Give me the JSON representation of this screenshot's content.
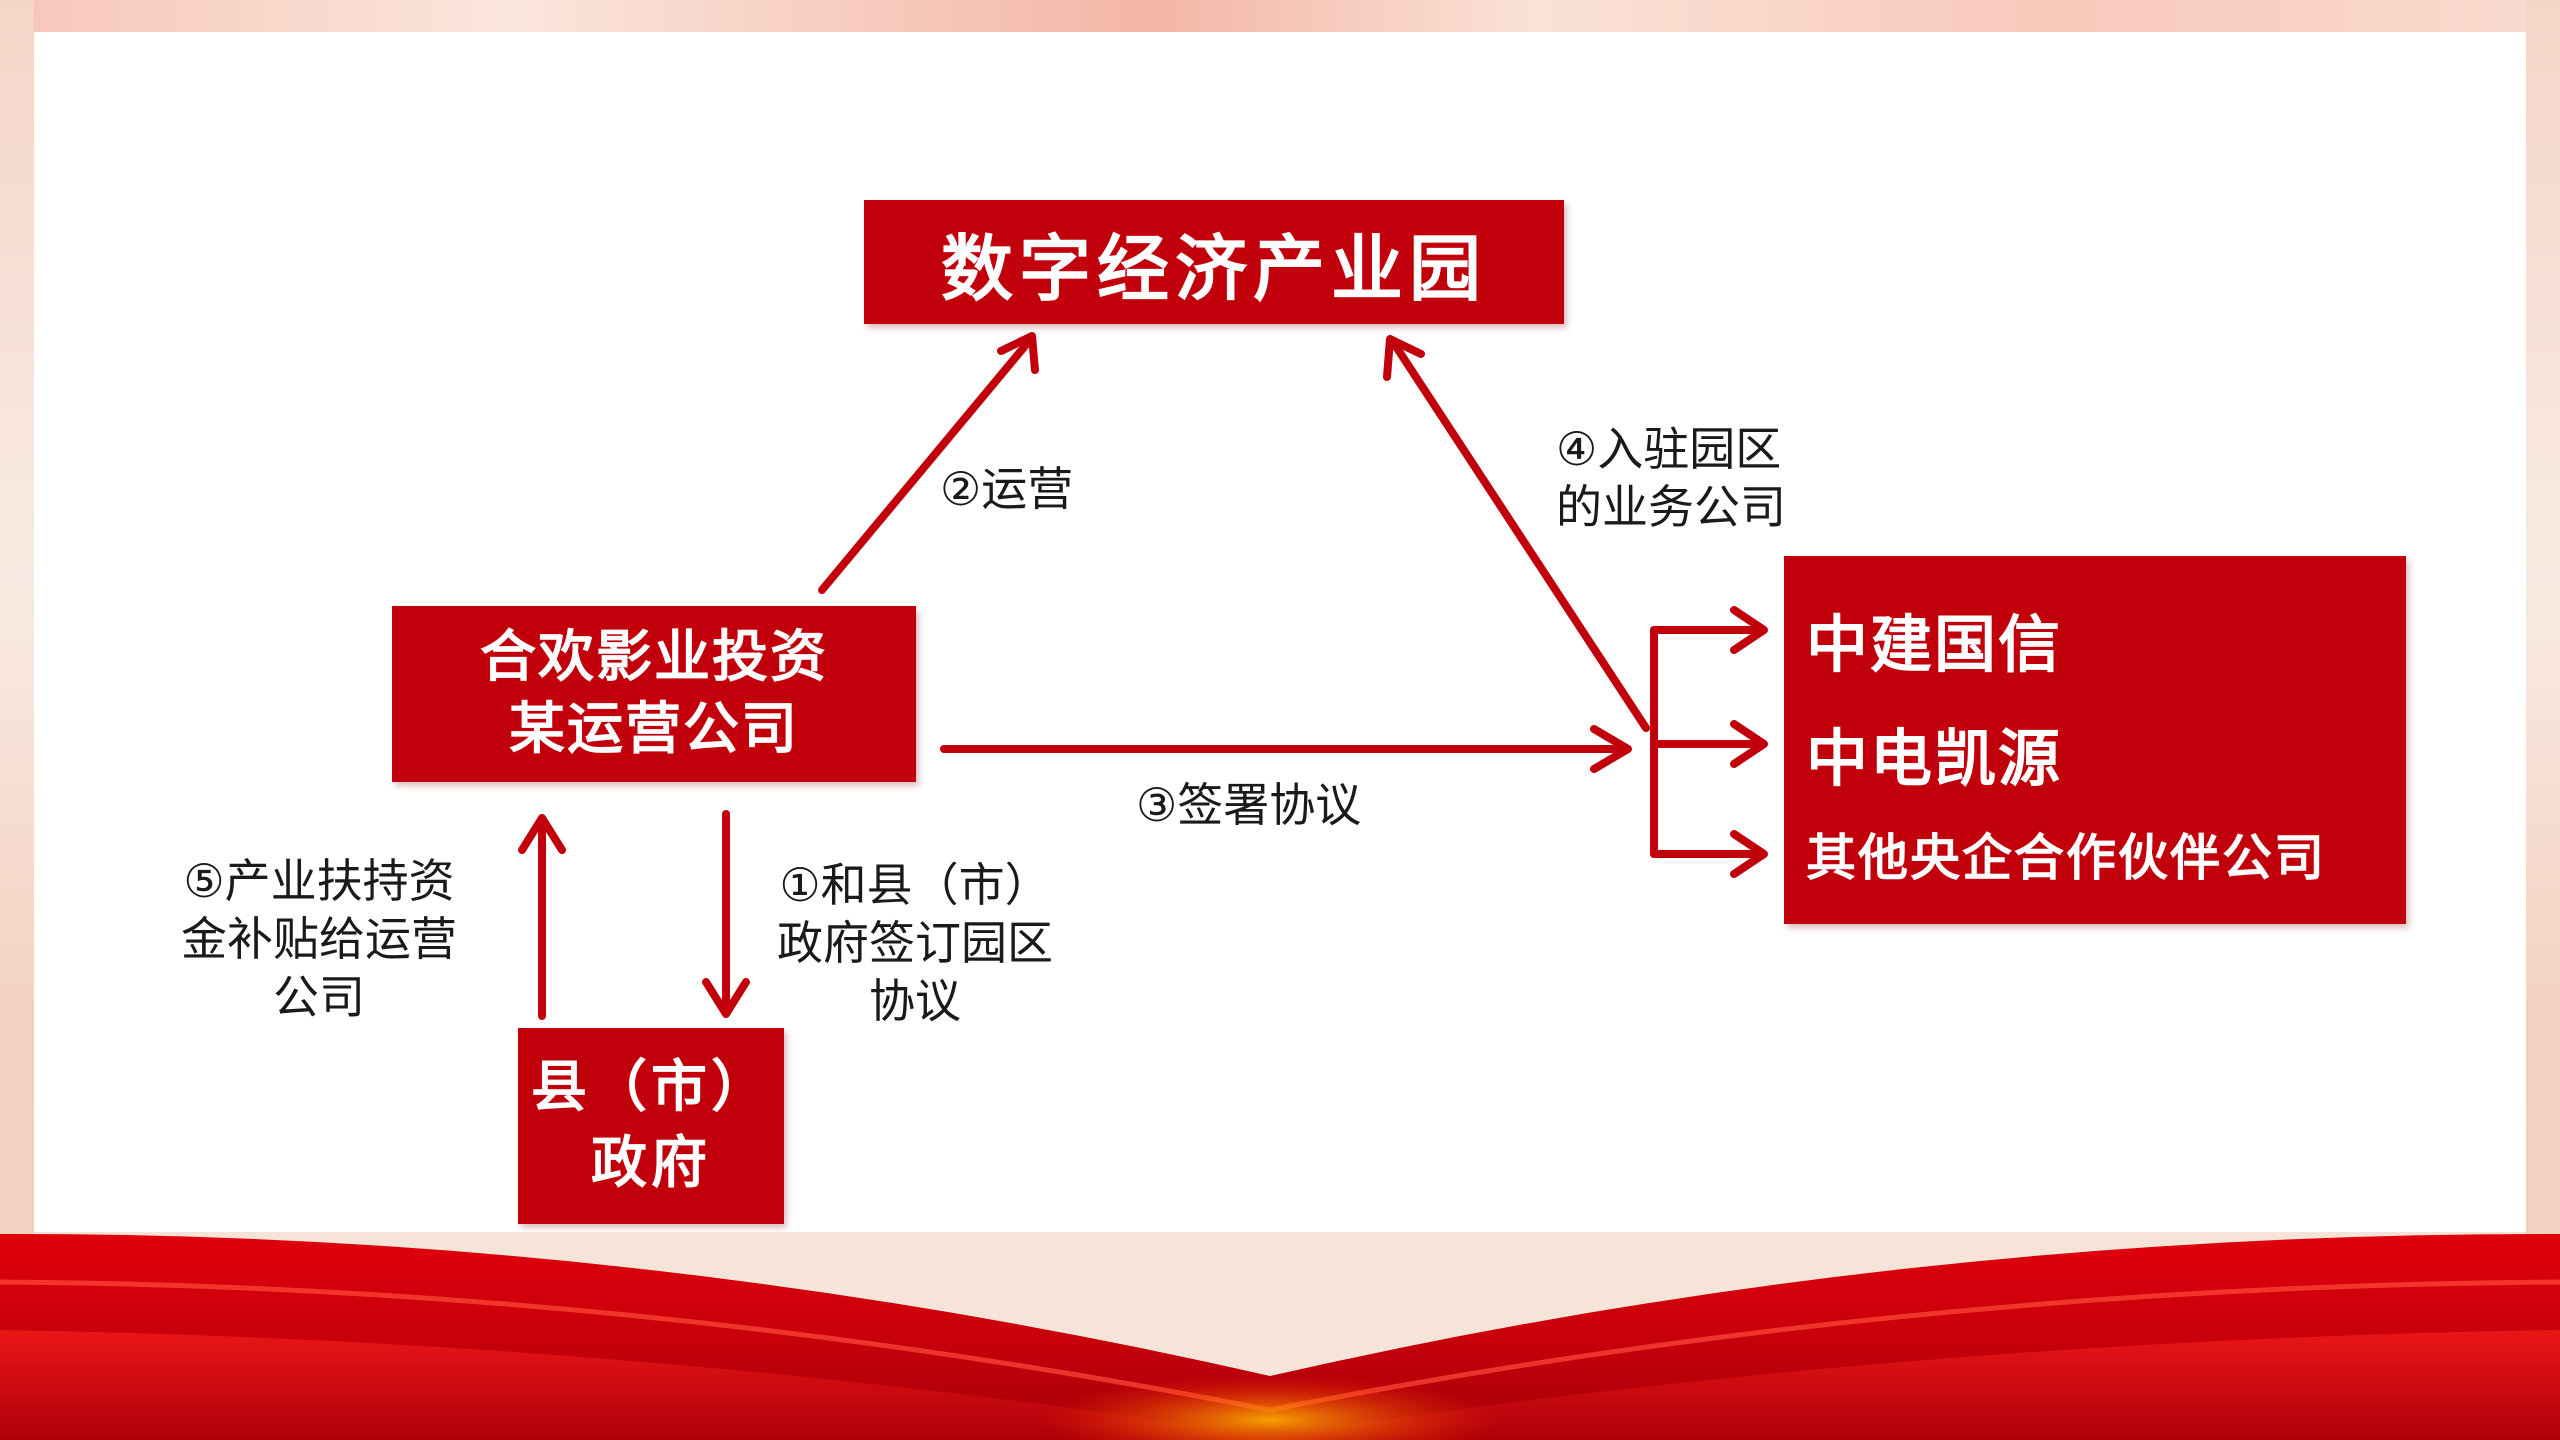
{
  "diagram": {
    "park": "数字经济产业园",
    "operator": {
      "line1": "合欢影业投资",
      "line2": "某运营公司"
    },
    "government": {
      "line1": "县（市）",
      "line2": "政府"
    },
    "partners": {
      "item1": "中建国信",
      "item2": "中电凯源",
      "item3": "其他央企合作伙伴公司"
    },
    "edges": {
      "step1": {
        "line1": "①和县（市）",
        "line2": "政府签订园区",
        "line3": "协议"
      },
      "step2": "②运营",
      "step3": "③签署协议",
      "step4": {
        "line1": "④入驻园区",
        "line2": "的业务公司"
      },
      "step5": {
        "line1": "⑤产业扶持资",
        "line2": "金补贴给运营",
        "line3": "公司"
      }
    }
  },
  "colors": {
    "box_fill": "#c1000b",
    "arrow": "#c1000b",
    "box_text": "#ffffff",
    "label_text": "#1a1a1a"
  }
}
